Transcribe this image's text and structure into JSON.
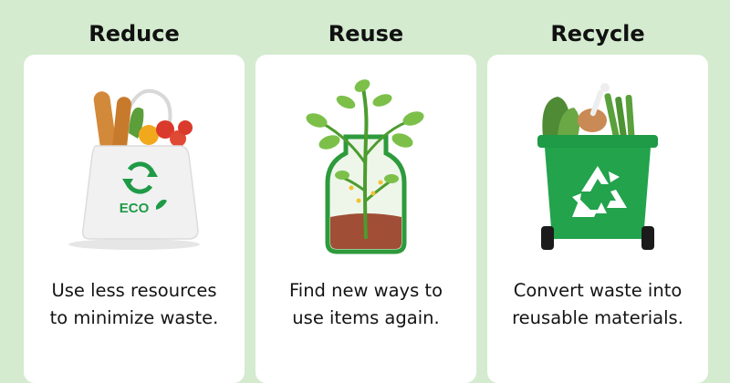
{
  "cards": [
    {
      "title": "Reduce",
      "line1": "Use less resources",
      "line2": "to minimize waste.",
      "badge": "ECO"
    },
    {
      "title": "Reuse",
      "line1": "Find new ways to",
      "line2": "use items again."
    },
    {
      "title": "Recycle",
      "line1": "Convert waste into",
      "line2": "reusable materials."
    }
  ],
  "icons": {
    "card1": "eco-bag-icon",
    "card2": "plant-in-bottle-icon",
    "card3": "recycle-bin-icon"
  },
  "colors": {
    "background": "#d4ebcf",
    "green": "#1f9a47",
    "card": "#ffffff"
  }
}
